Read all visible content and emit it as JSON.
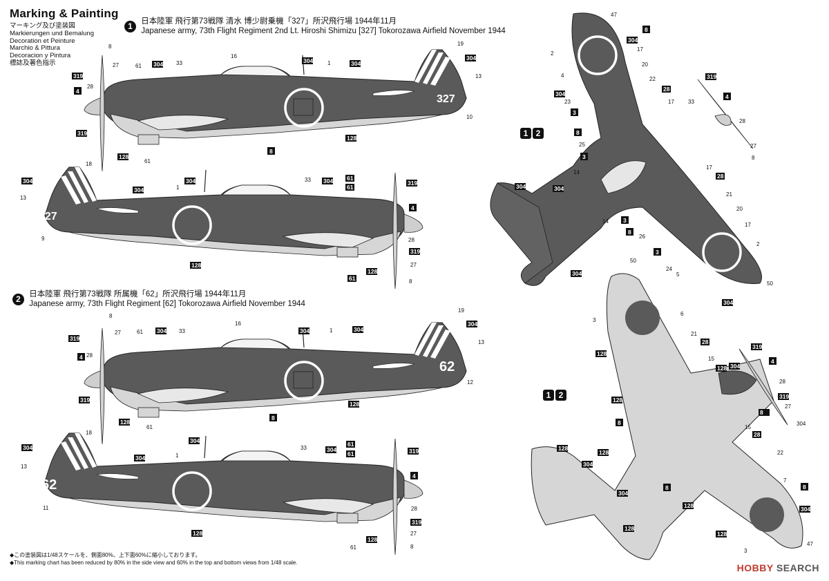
{
  "title": "Marking & Painting",
  "languages": [
    "マーキング及び塗装図",
    "Markierungen und Bemalung",
    "Decoration et Peinture",
    "Marchio & Pittura",
    "Decoracion y Pintura",
    "標誌及著色指示"
  ],
  "schemes": [
    {
      "number": "1",
      "title_jp": "日本陸軍 飛行第73戦隊 清水 博少尉乗機「327」所沢飛行場 1944年11月",
      "title_en": "Japanese army, 73th Flight Regiment 2nd Lt.  Hiroshi Shimizu [327]  Tokorozawa Airfield  November 1944",
      "tail_number": "327"
    },
    {
      "number": "2",
      "title_jp": "日本陸軍 飛行第73戦隊 所属機「62」所沢飛行場 1944年11月",
      "title_en": "Japanese army, 73th Flight Regiment [62]  Tokorozawa Airfield  November 1944",
      "tail_number": "62"
    }
  ],
  "view_badges": [
    "1",
    "2"
  ],
  "notes": [
    "◆この塗装図は1/48スケールを、側面80%、上下面60%に縮小しております。",
    "◆This marking chart has been reduced by 80% in the side view and 60% in the top and bottom views from 1/48 scale."
  ],
  "watermark": {
    "brand": "HOBBY",
    "suffix": " SEARCH"
  },
  "callouts": {
    "side1": [
      "8",
      "27",
      "319",
      "28",
      "4",
      "319",
      "128",
      "61",
      "61",
      "304",
      "33",
      "16",
      "304",
      "1",
      "304",
      "19",
      "304",
      "13",
      "10",
      "128",
      "8"
    ],
    "side1b": [
      "304",
      "13",
      "18",
      "9",
      "304",
      "1",
      "304",
      "33",
      "304",
      "61",
      "61",
      "319",
      "4",
      "28",
      "319",
      "27",
      "8",
      "128",
      "128",
      "61"
    ],
    "side2": [
      "8",
      "27",
      "319",
      "28",
      "4",
      "319",
      "128",
      "61",
      "304",
      "33",
      "16",
      "304",
      "1",
      "304",
      "19",
      "304",
      "13",
      "12",
      "128",
      "8",
      "61"
    ],
    "side2b": [
      "304",
      "13",
      "18",
      "11",
      "304",
      "1",
      "304",
      "33",
      "304",
      "61",
      "61",
      "319",
      "4",
      "28",
      "319",
      "27",
      "8",
      "128",
      "128",
      "61"
    ],
    "top": [
      "47",
      "8",
      "304",
      "2",
      "17",
      "4",
      "20",
      "22",
      "28",
      "304",
      "17",
      "33",
      "319",
      "4",
      "23",
      "3",
      "8",
      "25",
      "3",
      "14",
      "28",
      "27",
      "8",
      "304",
      "304",
      "17",
      "28",
      "21",
      "14",
      "3",
      "20",
      "8",
      "26",
      "17",
      "3",
      "2",
      "24",
      "5",
      "304",
      "50",
      "304"
    ],
    "bottom": [
      "50",
      "3",
      "6",
      "21",
      "28",
      "128",
      "15",
      "128",
      "304",
      "319",
      "4",
      "128",
      "28",
      "319",
      "27",
      "8",
      "304",
      "8",
      "15",
      "28",
      "128",
      "22",
      "304",
      "128",
      "7",
      "8",
      "304",
      "128",
      "8",
      "304",
      "128",
      "128",
      "3",
      "47"
    ]
  },
  "colors": {
    "upper_green": "#5a5a5a",
    "lower_gray": "#d6d6d6",
    "outline": "#222222"
  }
}
